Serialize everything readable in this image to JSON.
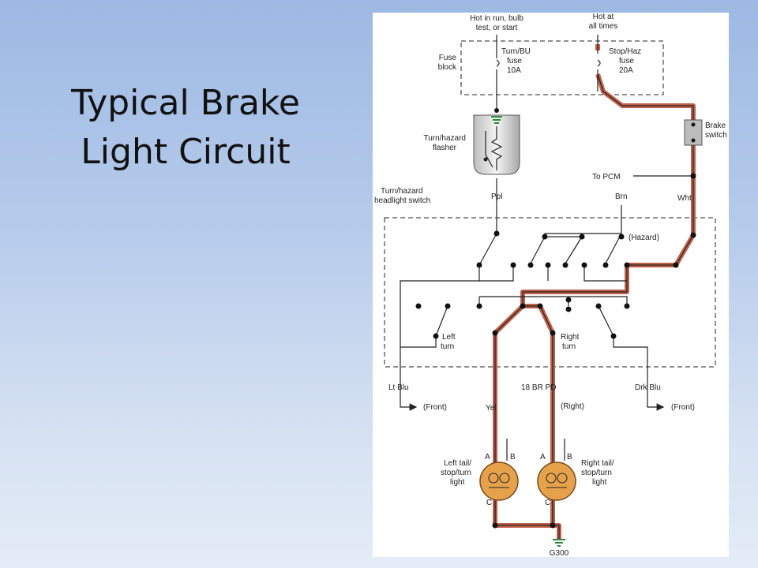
{
  "slide": {
    "title_line1": "Typical Brake",
    "title_line2": "Light Circuit"
  },
  "diagram": {
    "sources": {
      "left_line1": "Hot in run, bulb",
      "left_line2": "test, or start",
      "right_line1": "Hot at",
      "right_line2": "all times"
    },
    "fuse_block": {
      "line1": "Fuse",
      "line2": "block"
    },
    "fuse_left": {
      "line1": "Turn/BU",
      "line2": "fuse",
      "line3": "10A"
    },
    "fuse_right": {
      "line1": "Stop/Haz",
      "line2": "fuse",
      "line3": "20A"
    },
    "flasher": {
      "line1": "Turn/hazard",
      "line2": "flasher"
    },
    "brake_switch": {
      "line1": "Brake",
      "line2": "switch"
    },
    "to_pcm": "To PCM",
    "switch_label": {
      "line1": "Turn/hazard",
      "line2": "headlight switch"
    },
    "wires": {
      "ppl": "Ppl",
      "brn": "Brn",
      "wht": "Wht",
      "lt_blu": "Lt Blu",
      "dk_blu": "Drk Blu",
      "yel": "Yel",
      "br_pd": "18 BR PD"
    },
    "hazard": "(Hazard)",
    "left_turn": {
      "line1": "Left",
      "line2": "turn"
    },
    "right_turn": {
      "line1": "Right",
      "line2": "turn"
    },
    "front_left": "(Front)",
    "front_right": "(Front)",
    "right_note": "(Right)",
    "left_lamp": {
      "line1": "Left tail/",
      "line2": "stop/turn",
      "line3": "light",
      "pin_a": "A",
      "pin_b": "B",
      "pin_c": "C"
    },
    "right_lamp": {
      "line1": "Right tail/",
      "line2": "stop/turn",
      "line3": "light",
      "pin_a": "A",
      "pin_b": "B",
      "pin_c": "C"
    },
    "ground": "G300"
  },
  "colors": {
    "highlight": "#c0604a",
    "wire": "#222222",
    "lamp": "#e6a24a",
    "background_top": "#9db9e3",
    "background_bottom": "#e4ecf7"
  }
}
